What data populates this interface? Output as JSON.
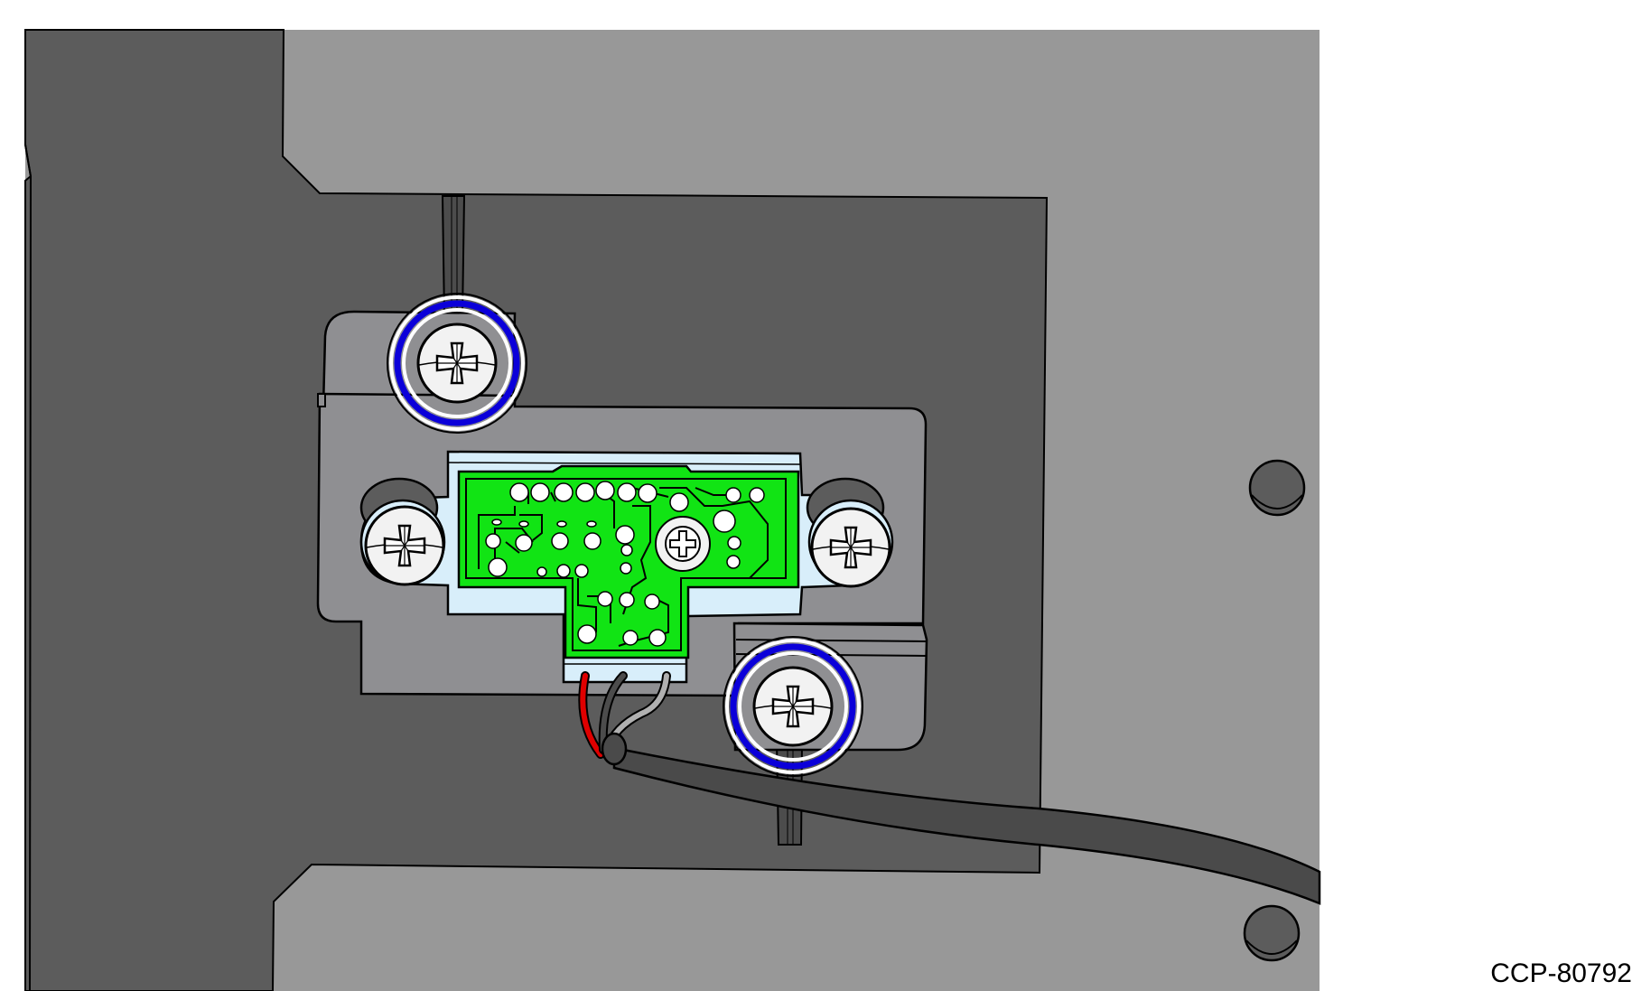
{
  "figure": {
    "part_code": "CCP-80792"
  },
  "colors": {
    "frame_dark": "#5c5c5c",
    "frame_light": "#989898",
    "bracket": "#8f8f92",
    "pcb": "#11e414",
    "plastic": "#d8eefa",
    "highlight_ring": "#0b00d9",
    "wire_red": "#e00000",
    "cable": "#4a4a4a"
  },
  "callouts": [
    {
      "label": "",
      "target": "top-bracket-screw"
    },
    {
      "label": "",
      "target": "bottom-bracket-screw"
    }
  ]
}
